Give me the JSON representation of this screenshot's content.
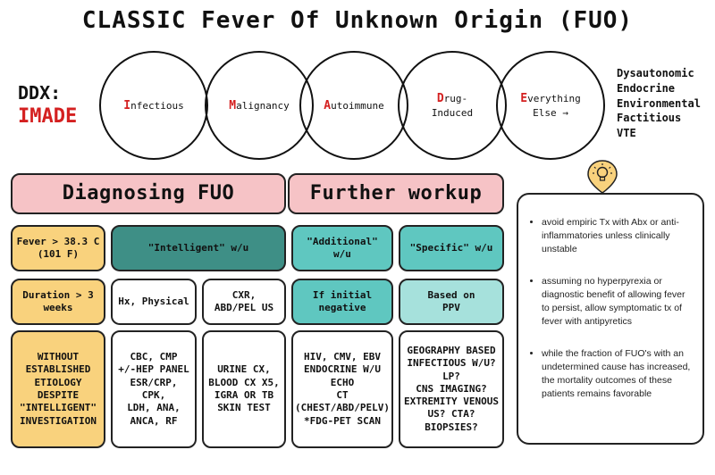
{
  "title": "CLASSIC Fever Of Unknown Origin (FUO)",
  "ddx": {
    "label": "DDX:",
    "acronym": "IMADE"
  },
  "circles": [
    {
      "cap": "I",
      "rest": "nfectious",
      "line2": ""
    },
    {
      "cap": "M",
      "rest": "alignancy",
      "line2": ""
    },
    {
      "cap": "A",
      "rest": "utoimmune",
      "line2": ""
    },
    {
      "cap": "D",
      "rest": "rug-",
      "line2": "Induced"
    },
    {
      "cap": "E",
      "rest": "verything",
      "line2": "Else →"
    }
  ],
  "everything_else": [
    "Dysautonomic",
    "Endocrine",
    "Environmental",
    "Factitious",
    "VTE"
  ],
  "headers": {
    "diagnosing": "Diagnosing FUO",
    "further": "Further workup"
  },
  "criteria": {
    "fever": "Fever > 38.3 C (101 F)",
    "duration": "Duration > 3 weeks",
    "without": "WITHOUT ESTABLISHED ETIOLOGY DESPITE \"INTELLIGENT\" INVESTIGATION"
  },
  "intelligent": {
    "title": "\"Intelligent\" w/u",
    "hx": "Hx, Physical",
    "imaging": "CXR,\nABD/PEL US",
    "labs1": "CBC, CMP\n+/-HEP PANEL\nESR/CRP, CPK,\nLDH, ANA,\nANCA, RF",
    "labs2": "URINE CX,\nBLOOD CX X5,\nIGRA OR TB\nSKIN TEST"
  },
  "additional": {
    "title": "\"Additional\"\nw/u",
    "trigger": "If initial\nnegative",
    "tests": "HIV, CMV, EBV\nENDOCRINE W/U\nECHO\nCT\n(CHEST/ABD/PELV)\n*FDG-PET SCAN"
  },
  "specific": {
    "title": "\"Specific\" w/u",
    "trigger": "Based on\nPPV",
    "tests": "GEOGRAPHY BASED\nINFECTIOUS W/U?\nLP?\nCNS IMAGING?\nEXTREMITY VENOUS\nUS? CTA?\nBIOPSIES?"
  },
  "notes": [
    "avoid empiric Tx with Abx or anti-inflammatories unless clinically unstable",
    "assuming no hyperpyrexia or diagnostic benefit of allowing fever to persist, allow symptomatic tx of fever with antipyretics",
    "while the fraction of FUO's with an undetermined cause has increased, the mortality outcomes of these patients remains favorable"
  ],
  "colors": {
    "header_pink": "#f6c3c6",
    "yellow": "#f9d27d",
    "dark_teal": "#3e8f86",
    "teal": "#5fc7c0",
    "mint": "#a6e1dc",
    "accent_red": "#d42020",
    "bulb_yellow": "#f9d27d"
  },
  "icons": {
    "tip": "lightbulb-icon"
  }
}
